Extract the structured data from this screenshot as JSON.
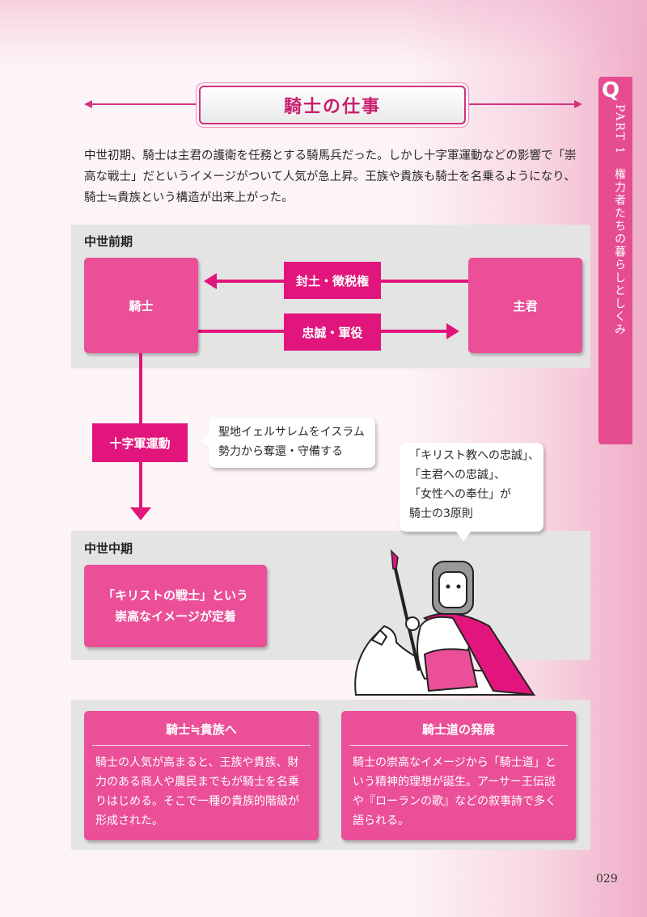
{
  "title": "騎士の仕事",
  "side_tab": {
    "logo": "Q",
    "text": "PART 1　権力者たちの暮らしとしくみ"
  },
  "intro": "中世初期、騎士は主君の護衛を任務とする騎馬兵だった。しかし十字軍運動などの影響で「崇高な戦士」だというイメージがついて人気が急上昇。王族や貴族も騎士を名乗るようになり、騎士≒貴族という構造が出来上がった。",
  "early": {
    "label": "中世前期",
    "knight": "騎士",
    "lord": "主君",
    "grant": "封土・徴税権",
    "loyalty": "忠誠・軍役"
  },
  "crusade": {
    "tag": "十字軍運動",
    "bubble_line1": "聖地イェルサレムをイスラム",
    "bubble_line2": "勢力から奪還・守備する"
  },
  "principles": {
    "line1": "「キリスト教への忠誠」、",
    "line2": "「主君への忠誠」、",
    "line3": "「女性への奉仕」が",
    "line4": "騎士の3原則"
  },
  "middle": {
    "label": "中世中期",
    "box_line1": "「キリストの戦士」という",
    "box_line2": "崇高なイメージが定着"
  },
  "cards": [
    {
      "title": "騎士≒貴族へ",
      "body": "騎士の人気が高まると、王族や貴族、財力のある商人や農民までもが騎士を名乗りはじめる。そこで一種の貴族的階級が形成された。"
    },
    {
      "title": "騎士道の発展",
      "body": "騎士の崇高なイメージから「騎士道」という精神的理想が誕生。アーサー王伝説や『ローランの歌』などの叙事詩で多く語られる。"
    }
  ],
  "page_number": "029",
  "colors": {
    "accent": "#e1157b",
    "box": "#ea4f97",
    "panel": "#e4e4e4"
  }
}
